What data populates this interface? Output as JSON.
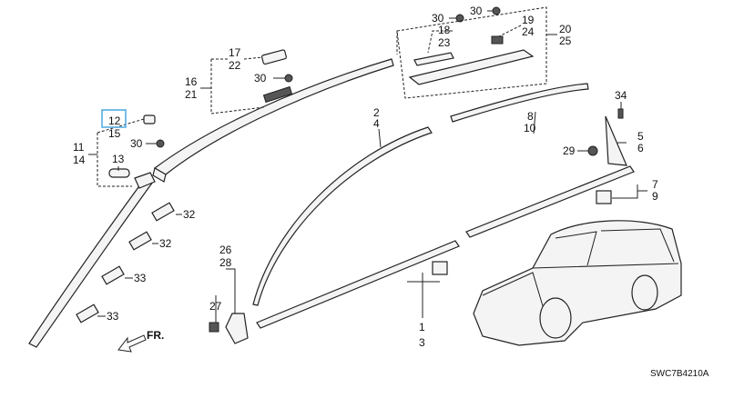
{
  "diagram": {
    "code": "SWC7B4210A",
    "front_label": "FR.",
    "highlight_color": "#4aa8e0",
    "labels": {
      "p30a": "30",
      "p30b": "30",
      "p18": "18",
      "p23": "23",
      "p19": "19",
      "p24": "24",
      "p20": "20",
      "p25": "25",
      "p17": "17",
      "p22": "22",
      "p30c": "30",
      "p16": "16",
      "p21": "21",
      "p12": "12",
      "p15": "15",
      "p30d": "30",
      "p11": "11",
      "p14": "14",
      "p13": "13",
      "p2": "2",
      "p4": "4",
      "p8": "8",
      "p10": "10",
      "p34": "34",
      "p5": "5",
      "p6": "6",
      "p29": "29",
      "p7": "7",
      "p9": "9",
      "p32a": "32",
      "p32b": "32",
      "p33a": "33",
      "p33b": "33",
      "p26": "26",
      "p28": "28",
      "p27": "27",
      "p1": "1",
      "p3": "3"
    }
  }
}
